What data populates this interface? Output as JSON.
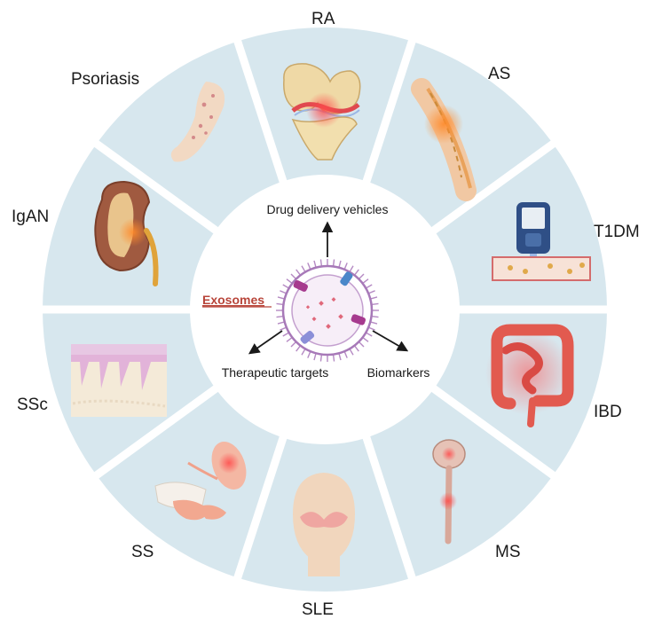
{
  "diagram": {
    "colors": {
      "ring": "#d7e7ee",
      "separator": "#ffffff",
      "center": "#ffffff",
      "accent": "#b8453a",
      "arrow": "#1a1a1a"
    },
    "sectors": [
      {
        "label": "RA",
        "icon": "joint-icon"
      },
      {
        "label": "AS",
        "icon": "spine-icon"
      },
      {
        "label": "T1DM",
        "icon": "glucose-meter-icon"
      },
      {
        "label": "IBD",
        "icon": "intestine-icon"
      },
      {
        "label": "MS",
        "icon": "brain-spinal-cord-icon"
      },
      {
        "label": "SLE",
        "icon": "face-rash-icon"
      },
      {
        "label": "SS",
        "icon": "salivary-gland-icon"
      },
      {
        "label": "SSc",
        "icon": "skin-section-icon"
      },
      {
        "label": "IgAN",
        "icon": "kidney-icon"
      },
      {
        "label": "Psoriasis",
        "icon": "arm-rash-icon"
      }
    ],
    "center": {
      "exosome_label": "Exosomes",
      "roles": [
        {
          "label": "Drug delivery vehicles"
        },
        {
          "label": "Therapeutic targets"
        },
        {
          "label": "Biomarkers"
        }
      ]
    }
  }
}
